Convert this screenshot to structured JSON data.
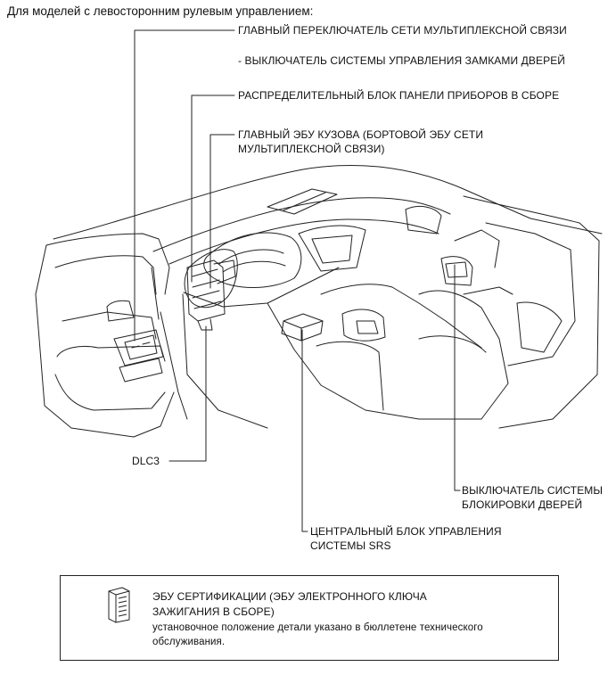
{
  "heading": "Для моделей с левосторонним рулевым управлением:",
  "callouts": {
    "multiplex_main_switch": "ГЛАВНЫЙ ПЕРЕКЛЮЧАТЕЛЬ СЕТИ МУЛЬТИПЛЕКСНОЙ СВЯЗИ",
    "door_lock_control_switch": "- ВЫКЛЮЧАТЕЛЬ СИСТЕМЫ УПРАВЛЕНИЯ ЗАМКАМИ ДВЕРЕЙ",
    "instrument_panel_junction_block": "РАСПРЕДЕЛИТЕЛЬНЫЙ БЛОК ПАНЕЛИ ПРИБОРОВ В СБОРЕ",
    "main_body_ecu_line1": "ГЛАВНЫЙ ЭБУ КУЗОВА (БОРТОВОЙ ЭБУ СЕТИ",
    "main_body_ecu_line2": "МУЛЬТИПЛЕКСНОЙ СВЯЗИ)",
    "dlc3": "DLC3",
    "door_lock_switch_line1": "ВЫКЛЮЧАТЕЛЬ СИСТЕМЫ",
    "door_lock_switch_line2": "БЛОКИРОВКИ ДВЕРЕЙ",
    "srs_unit_line1": "ЦЕНТРАЛЬНЫЙ БЛОК УПРАВЛЕНИЯ",
    "srs_unit_line2": "СИСТЕМЫ SRS"
  },
  "legend": {
    "title_line1": "ЭБУ СЕРТИФИКАЦИИ (ЭБУ ЭЛЕКТРОННОГО КЛЮЧА",
    "title_line2": "ЗАЖИГАНИЯ В СБОРЕ)",
    "note_line1": "установочное положение детали указано в бюллетене технического",
    "note_line2": "обслуживания.",
    "icon": "ecu-module-icon"
  }
}
